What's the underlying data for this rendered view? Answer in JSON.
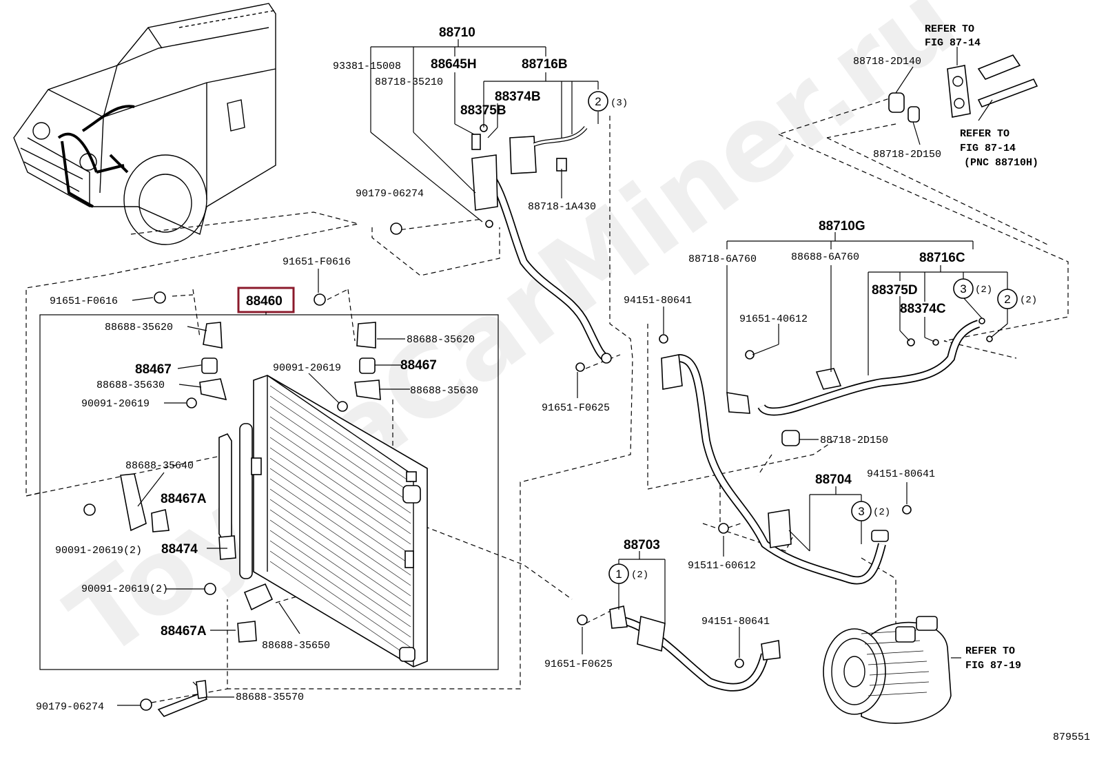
{
  "watermark": "ToyotaCarMiner.ru",
  "figure_id": "879551",
  "highlighted_part": "88460",
  "labels": [
    {
      "id": "p88710",
      "text": "88710",
      "style": "b"
    },
    {
      "id": "p93381",
      "text": "93381-15008",
      "style": "n"
    },
    {
      "id": "p88645h",
      "text": "88645H",
      "style": "b"
    },
    {
      "id": "p88716b",
      "text": "88716B",
      "style": "b"
    },
    {
      "id": "p88718_35210",
      "text": "88718-35210",
      "style": "n"
    },
    {
      "id": "p88374b",
      "text": "88374B",
      "style": "b"
    },
    {
      "id": "p88375b",
      "text": "88375B",
      "style": "b"
    },
    {
      "id": "pq2_3",
      "text": "(3)",
      "style": "n"
    },
    {
      "id": "p90179_a",
      "text": "90179-06274",
      "style": "n"
    },
    {
      "id": "p88718_1a430",
      "text": "88718-1A430",
      "style": "n"
    },
    {
      "id": "p91651_f0616a",
      "text": "91651-F0616",
      "style": "n"
    },
    {
      "id": "p91651_f0616b",
      "text": "91651-F0616",
      "style": "n"
    },
    {
      "id": "p88460",
      "text": "88460",
      "style": "b"
    },
    {
      "id": "p88688_35620a",
      "text": "88688-35620",
      "style": "n"
    },
    {
      "id": "p88688_35620b",
      "text": "88688-35620",
      "style": "n"
    },
    {
      "id": "p88467a",
      "text": "88467",
      "style": "b"
    },
    {
      "id": "p88467b",
      "text": "88467",
      "style": "b"
    },
    {
      "id": "p90091_a",
      "text": "90091-20619",
      "style": "n"
    },
    {
      "id": "p88688_35630a",
      "text": "88688-35630",
      "style": "n"
    },
    {
      "id": "p88688_35630b",
      "text": "88688-35630",
      "style": "n"
    },
    {
      "id": "p90091_b",
      "text": "90091-20619",
      "style": "n"
    },
    {
      "id": "p88688_35640",
      "text": "88688-35640",
      "style": "n"
    },
    {
      "id": "p88467A_a",
      "text": "88467A",
      "style": "b"
    },
    {
      "id": "p90091_c",
      "text": "90091-20619(2)",
      "style": "n"
    },
    {
      "id": "p88474",
      "text": "88474",
      "style": "b"
    },
    {
      "id": "p90091_d",
      "text": "90091-20619(2)",
      "style": "n"
    },
    {
      "id": "p88467A_b",
      "text": "88467A",
      "style": "b"
    },
    {
      "id": "p88688_35650",
      "text": "88688-35650",
      "style": "n"
    },
    {
      "id": "p90179_b",
      "text": "90179-06274",
      "style": "n"
    },
    {
      "id": "p88688_35570",
      "text": "88688-35570",
      "style": "n"
    },
    {
      "id": "p91651_f0625a",
      "text": "91651-F0625",
      "style": "n"
    },
    {
      "id": "p94151_a",
      "text": "94151-80641",
      "style": "n"
    },
    {
      "id": "p91651_40612",
      "text": "91651-40612",
      "style": "n"
    },
    {
      "id": "p88718_6a760",
      "text": "88718-6A760",
      "style": "n"
    },
    {
      "id": "p88688_6a760",
      "text": "88688-6A760",
      "style": "n"
    },
    {
      "id": "p88710g",
      "text": "88710G",
      "style": "b"
    },
    {
      "id": "p88716c",
      "text": "88716C",
      "style": "b"
    },
    {
      "id": "p88375d",
      "text": "88375D",
      "style": "b"
    },
    {
      "id": "p88374c",
      "text": "88374C",
      "style": "b"
    },
    {
      "id": "pq3_2",
      "text": "(2)",
      "style": "n"
    },
    {
      "id": "pq2_2",
      "text": "(2)",
      "style": "n"
    },
    {
      "id": "p88718_2d150a",
      "text": "88718-2D150",
      "style": "n"
    },
    {
      "id": "p88704",
      "text": "88704",
      "style": "b"
    },
    {
      "id": "p94151_b",
      "text": "94151-80641",
      "style": "n"
    },
    {
      "id": "pq3_2b",
      "text": "(2)",
      "style": "n"
    },
    {
      "id": "p91511",
      "text": "91511-60612",
      "style": "n"
    },
    {
      "id": "p88703",
      "text": "88703",
      "style": "b"
    },
    {
      "id": "pq1_2",
      "text": "(2)",
      "style": "n"
    },
    {
      "id": "p91651_f0625b",
      "text": "91651-F0625",
      "style": "n"
    },
    {
      "id": "p94151_c",
      "text": "94151-80641",
      "style": "n"
    },
    {
      "id": "p88718_2d140",
      "text": "88718-2D140",
      "style": "n"
    },
    {
      "id": "p88718_2d150b",
      "text": "88718-2D150",
      "style": "n"
    }
  ],
  "refs": [
    {
      "id": "ref1",
      "lines": [
        "REFER TO",
        "FIG 87-14"
      ]
    },
    {
      "id": "ref2",
      "lines": [
        "REFER TO",
        "FIG 87-14",
        "(PNC 88710H)"
      ]
    },
    {
      "id": "ref3",
      "lines": [
        "REFER TO",
        "FIG 87-19"
      ]
    }
  ],
  "circles": [
    {
      "id": "c2a",
      "text": "2"
    },
    {
      "id": "c3a",
      "text": "3"
    },
    {
      "id": "c2b",
      "text": "2"
    },
    {
      "id": "c3b",
      "text": "3"
    },
    {
      "id": "c1a",
      "text": "1"
    }
  ]
}
